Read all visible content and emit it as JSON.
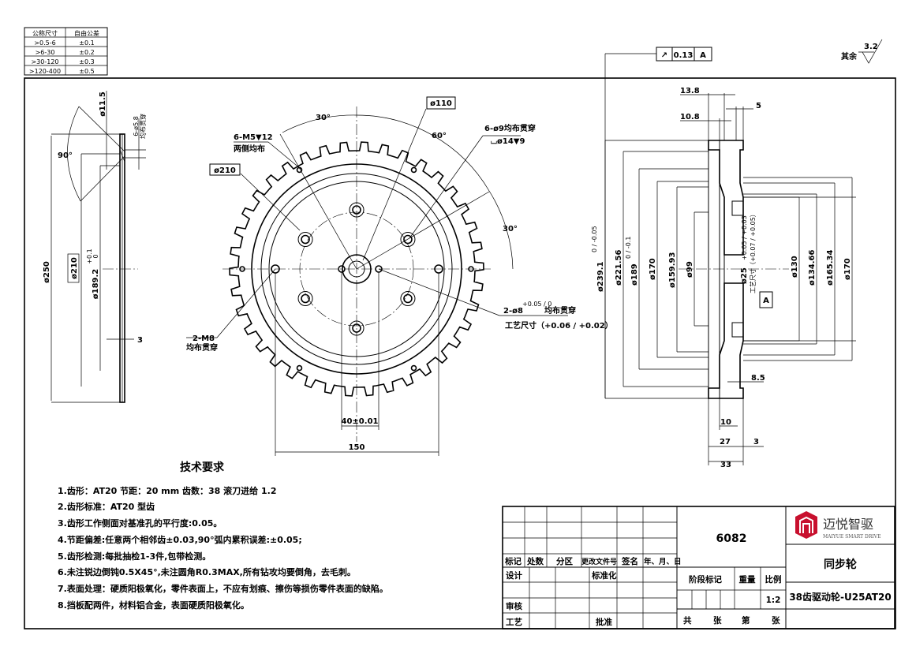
{
  "tolerance_table": {
    "headers": [
      "公称尺寸",
      "自由公差"
    ],
    "rows": [
      [
        ">0.5-6",
        "±0.1"
      ],
      [
        ">6-30",
        "±0.2"
      ],
      [
        ">30-120",
        "±0.3"
      ],
      [
        ">120-400",
        "±0.5"
      ]
    ]
  },
  "side_view": {
    "d250": "ø250",
    "d210": "ø210",
    "d189": "ø189.2",
    "d189_tol_upper": "+0.1",
    "d189_tol_lower": "0",
    "d11_5": "ø11.5",
    "holes": "6-ø5.8",
    "holes_note": "均布贯穿",
    "angle": "90°",
    "thickness": "3"
  },
  "front_view": {
    "d110": "ø110",
    "d210": "ø210",
    "angle_30_left": "30°",
    "angle_60": "60°",
    "angle_30_right": "30°",
    "m5": "6-M5▼12",
    "m5_note": "两侧均布",
    "d9": "6-ø9均布贯穿",
    "d9_cbore": "⌴ø14▼9",
    "m8": "2-M8",
    "m8_note": "均布贯穿",
    "d8": "2-ø8",
    "d8_tol": "+0.05 / 0",
    "d8_note": "均布贯穿",
    "d8_process": "工艺尺寸（+0.06 / +0.02）",
    "dim_40": "40±0.01",
    "dim_150": "150",
    "tooth_count": 38
  },
  "section_view": {
    "runout_symbol": "↗",
    "runout_value": "0.13",
    "runout_datum": "A",
    "roughness_label": "其余",
    "roughness_value": "3.2",
    "dim_13_8": "13.8",
    "dim_10_8": "10.8",
    "dim_5": "5",
    "d239": "ø239.1",
    "d239_tol": "0 / -0.05",
    "d221": "ø221.56",
    "d189": "ø189",
    "d189_tol": "0 / -0.1",
    "d170a": "ø170",
    "d159": "ø159.93",
    "d99": "ø99",
    "d25": "ø25",
    "d25_tol": "+0.05 / +0.03",
    "d25_process": "工艺尺寸（+0.07 / +0.05）",
    "datum": "A",
    "d130": "ø130",
    "d134": "ø134.66",
    "d165": "ø165.34",
    "d170b": "ø170",
    "dim_8_5": "8.5",
    "dim_10": "10",
    "dim_27": "27",
    "dim_3": "3",
    "dim_33": "33"
  },
  "tech_requirements": {
    "title": "技术要求",
    "items": [
      "1.齿形：AT20  节距：20 mm  齿数：38  滚刀进给 1.2",
      "2.齿形标准：AT20  型齿",
      "3.齿形工作侧面对基准孔的平行度:0.05。",
      "4.节距偏差:任意两个相邻齿±0.03,90°弧内累积误差:±0.05;",
      "5.齿形检测:每批抽检1-3件,包带检测。",
      "6.未注锐边倒钝0.5X45°,未注圆角R0.3MAX,所有钻攻均要倒角，去毛刺。",
      "7.表面处理：硬质阳极氧化，零件表面上，不应有划痕、擦伤等损伤零件表面的缺陷。",
      "8.挡板配两件，材料铝合金，表面硬质阳极氧化。"
    ]
  },
  "title_block": {
    "rev_headers": [
      "标记",
      "处数",
      "分区",
      "更改文件号",
      "签名",
      "年、月、日"
    ],
    "design": "设计",
    "standardize": "标准化",
    "review": "审核",
    "process": "工艺",
    "approve": "批准",
    "material": "6082",
    "stage_mark": "阶段标记",
    "weight": "重量",
    "scale_label": "比例",
    "scale": "1:2",
    "total": "共",
    "sheets1": "张",
    "page": "第",
    "sheets2": "张",
    "company_cn": "迈悦智驱",
    "company_en": "MAIYUE SMART DRIVE",
    "part_type": "同步轮",
    "part_name": "38齿驱动轮-U25AT20",
    "logo_color": "#c8102e"
  }
}
